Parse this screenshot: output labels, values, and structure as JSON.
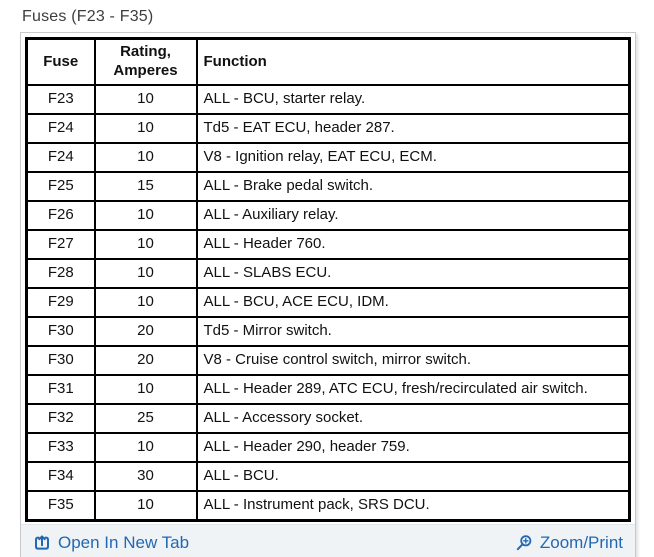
{
  "page": {
    "title": "Fuses (F23 - F35)"
  },
  "table": {
    "header": {
      "fuse": "Fuse",
      "rating": "Rating,\nAmperes",
      "function": "Function"
    },
    "rows": [
      {
        "fuse": "F23",
        "rating": "10",
        "function": "ALL - BCU, starter relay."
      },
      {
        "fuse": "F24",
        "rating": "10",
        "function": "Td5 - EAT ECU, header 287."
      },
      {
        "fuse": "F24",
        "rating": "10",
        "function": "V8 - Ignition relay, EAT ECU, ECM."
      },
      {
        "fuse": "F25",
        "rating": "15",
        "function": "ALL - Brake pedal switch."
      },
      {
        "fuse": "F26",
        "rating": "10",
        "function": "ALL - Auxiliary relay."
      },
      {
        "fuse": "F27",
        "rating": "10",
        "function": "ALL - Header 760."
      },
      {
        "fuse": "F28",
        "rating": "10",
        "function": "ALL - SLABS ECU."
      },
      {
        "fuse": "F29",
        "rating": "10",
        "function": "ALL - BCU, ACE ECU, IDM."
      },
      {
        "fuse": "F30",
        "rating": "20",
        "function": "Td5 - Mirror switch."
      },
      {
        "fuse": "F30",
        "rating": "20",
        "function": "V8 - Cruise control switch, mirror switch."
      },
      {
        "fuse": "F31",
        "rating": "10",
        "function": "ALL - Header 289, ATC ECU, fresh/recirculated air switch."
      },
      {
        "fuse": "F32",
        "rating": "25",
        "function": "ALL - Accessory socket."
      },
      {
        "fuse": "F33",
        "rating": "10",
        "function": "ALL - Header 290, header 759."
      },
      {
        "fuse": "F34",
        "rating": "30",
        "function": "ALL - BCU."
      },
      {
        "fuse": "F35",
        "rating": "10",
        "function": "ALL - Instrument pack, SRS DCU."
      }
    ]
  },
  "footer": {
    "open_in_new_tab_label": "Open In New Tab",
    "zoom_print_label": "Zoom/Print",
    "open_in_new_tab_icon": "open-in-new-tab-icon",
    "zoom_print_icon": "magnifier-plus-icon"
  },
  "colors": {
    "link": "#2268b2",
    "table_border": "#000000",
    "panel_border": "#c9c9c9",
    "footer_bg": "#f0f3f6",
    "title_text": "#3d3d3d"
  }
}
